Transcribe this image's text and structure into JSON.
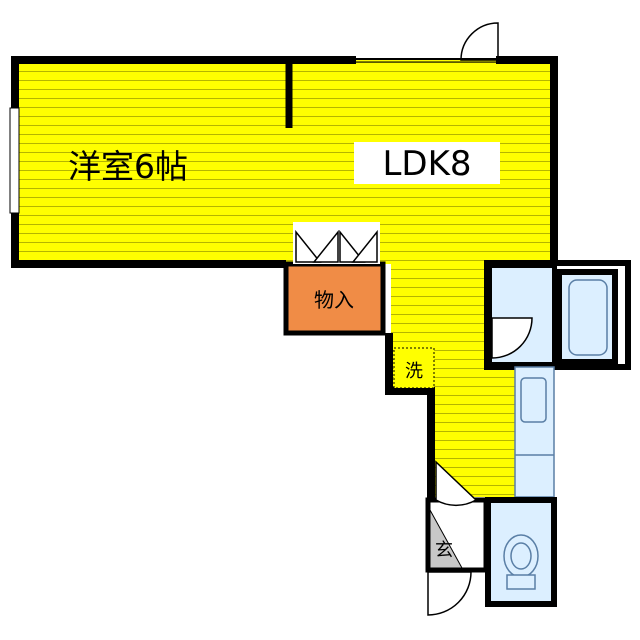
{
  "floorplan": {
    "rooms": {
      "western_room": "洋室6帖",
      "ldk": "LDK8",
      "storage": "物入",
      "laundry": "洗",
      "entrance": "玄"
    },
    "colors": {
      "floor": "#ffff00",
      "floor_stripe": "#b5b500",
      "wall": "#000000",
      "storage": "#f08c46",
      "wet_area": "#dcefff",
      "wet_outline": "#5a7fa6",
      "label_bg": "#ffffff"
    }
  }
}
